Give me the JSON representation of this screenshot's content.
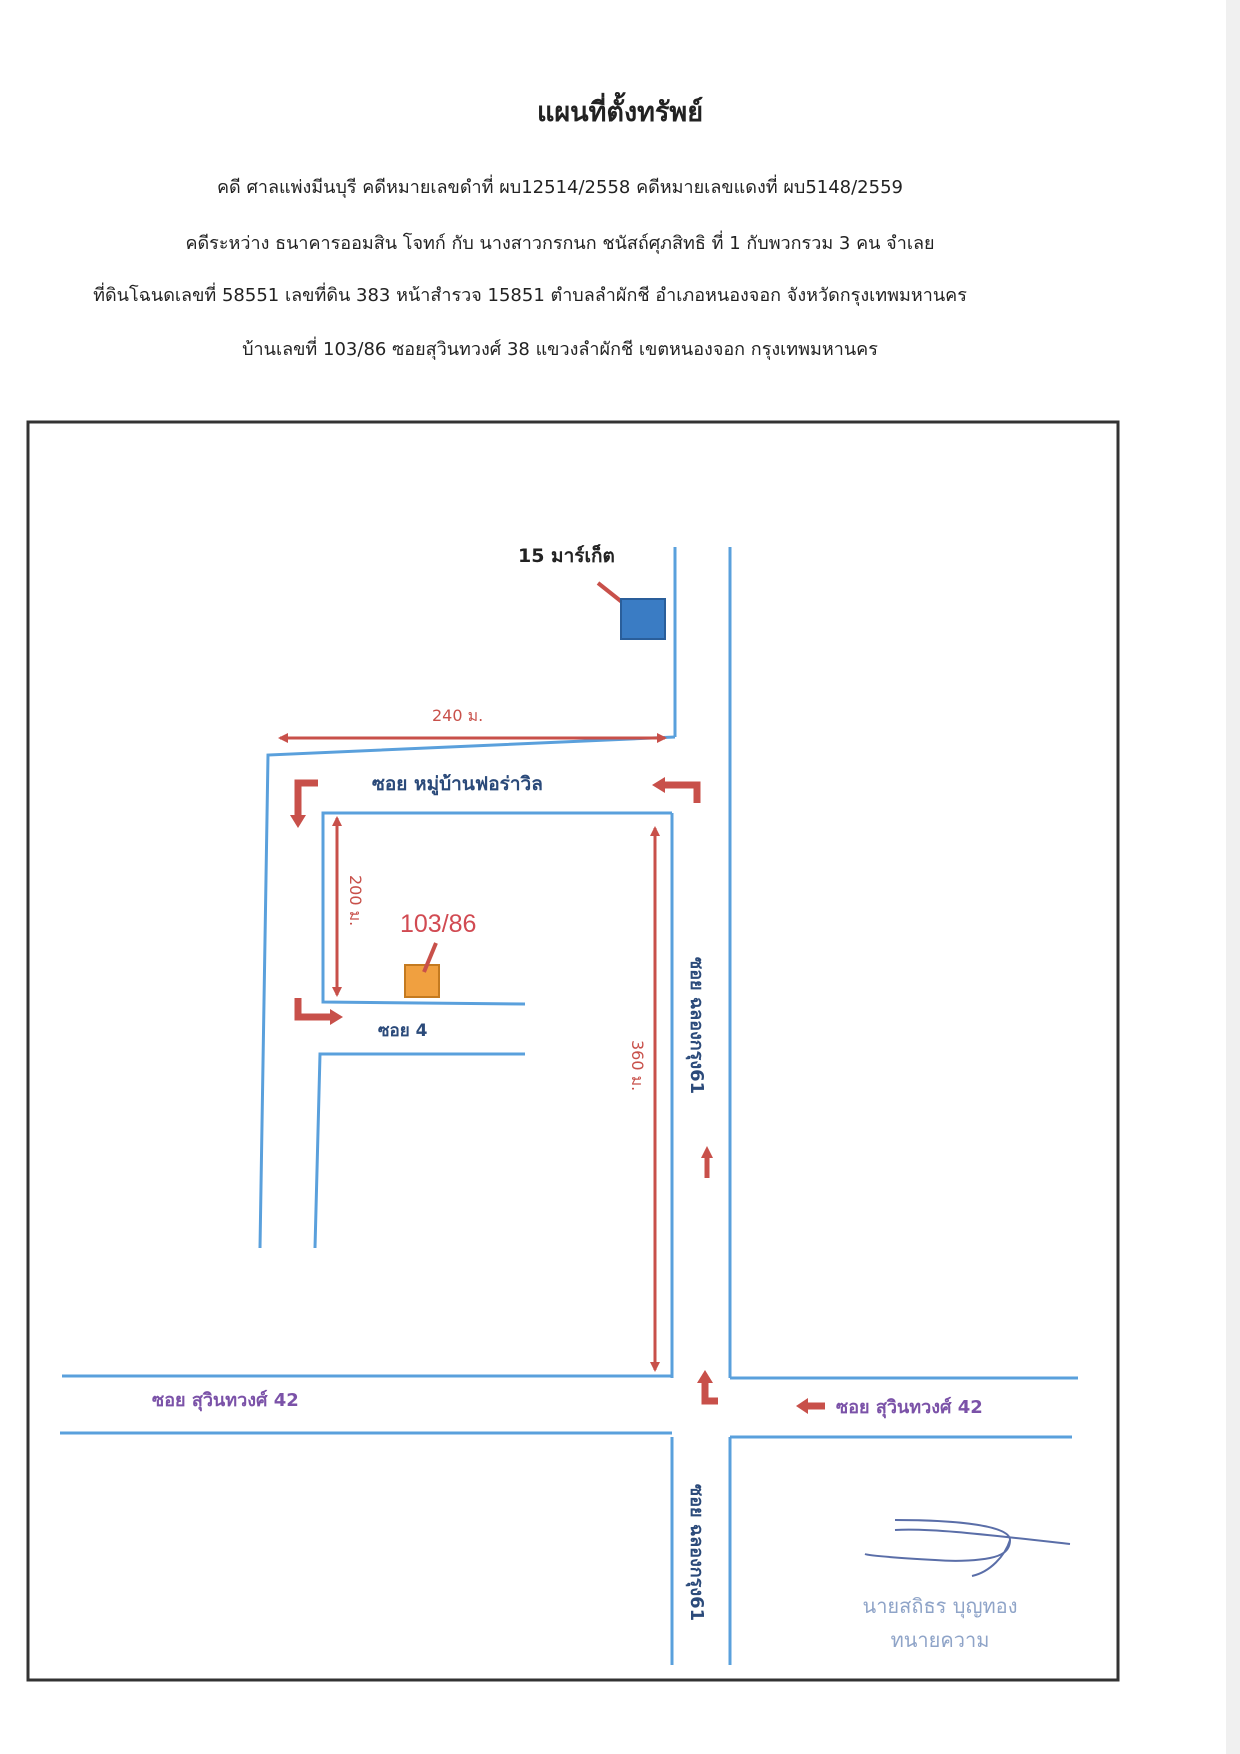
{
  "document": {
    "title": "แผนที่ตั้งทรัพย์",
    "case_line": "คดี ศาลแพ่งมีนบุรี  คดีหมายเลขดำที่ ผบ12514/2558  คดีหมายเลขแดงที่ ผบ5148/2559",
    "parties_line": "คดีระหว่าง  ธนาคารออมสิน  โจทก์  กับ  นางสาวกรกนก ชนัสถ์ศุภสิทธิ ที่ 1 กับพวกรวม 3 คน จำเลย",
    "land_line": "ที่ดินโฉนดเลขที่ 58551 เลขที่ดิน 383 หน้าสำรวจ 15851 ตำบลลำผักชี อำเภอหนองจอก จังหวัดกรุงเทพมหานคร",
    "address_line": "บ้านเลขที่ 103/86 ซอยสุวินทวงศ์ 38 แขวงลำผักชี เขตหนองจอก กรุงเทพมหานคร"
  },
  "map": {
    "landmark_label": "15 มาร์เก็ต",
    "property_label": "103/86",
    "road_village": "ซอย หมู่บ้านฟอร่าวิล",
    "road_soi4": "ซอย 4",
    "road_suwinthawong_left": "ซอย สุวินทวงศ์ 42",
    "road_suwinthawong_right": "ซอย สุวินทวงศ์ 42",
    "road_chalong_upper": "ซอย ฉลองกรุง61",
    "road_chalong_lower": "ซอย ฉลองกรุง61",
    "dist_240": "240 ม.",
    "dist_200": "200 ม.",
    "dist_360": "360 ม.",
    "colors": {
      "road": "#5aa0dc",
      "arrow": "#c8504a",
      "road_label": "#2b4a7a",
      "main_road_label": "#7b52a8",
      "landmark_marker": "#3a7cc4",
      "property_marker": "#f0a040"
    }
  },
  "signature": {
    "name": "นายสถิธร  บุญทอง",
    "role": "ทนายความ"
  }
}
